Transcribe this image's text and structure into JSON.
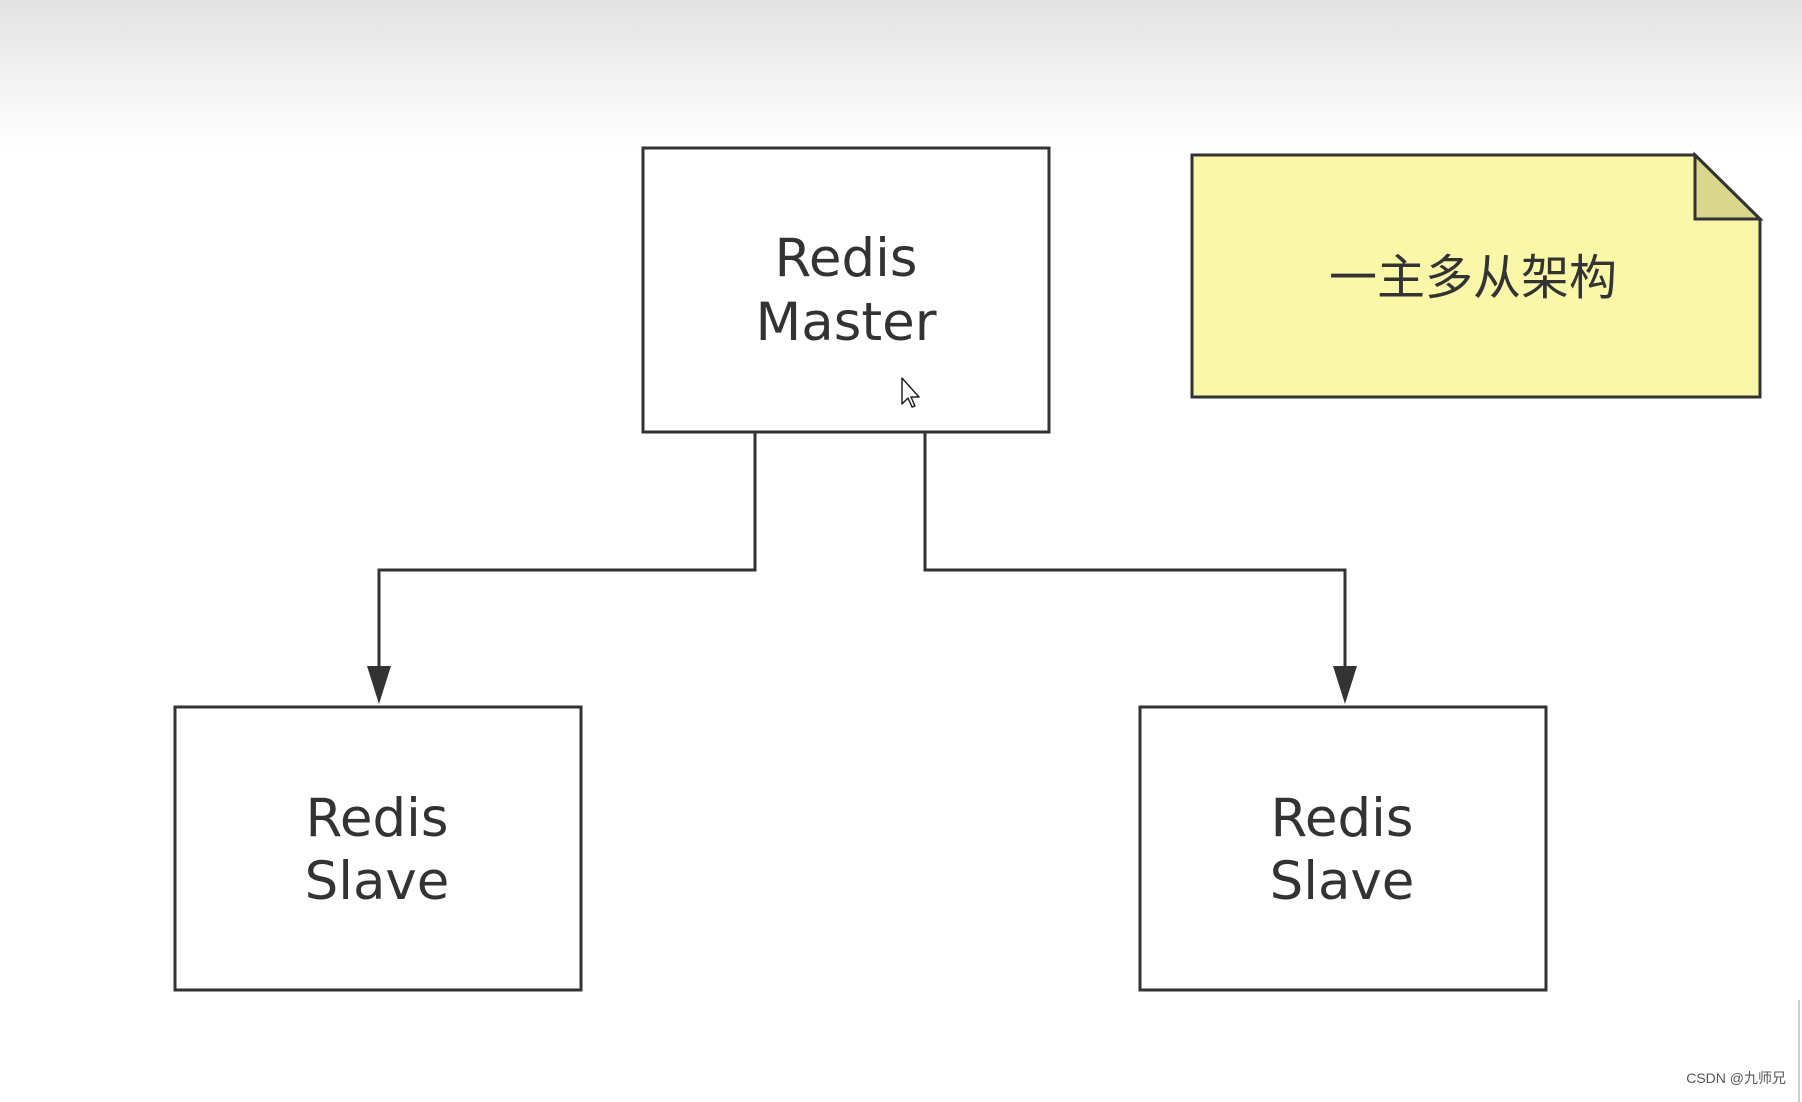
{
  "diagram": {
    "master": {
      "line1": "Redis",
      "line2": "Master"
    },
    "slave_left": {
      "line1": "Redis",
      "line2": "Slave"
    },
    "slave_right": {
      "line1": "Redis",
      "line2": "Slave"
    },
    "note": {
      "text": "一主多从架构",
      "color": "#faf7a9",
      "fold_color": "#d9d68e"
    },
    "stroke_color": "#333333"
  },
  "watermark": "CSDN @九师兄"
}
